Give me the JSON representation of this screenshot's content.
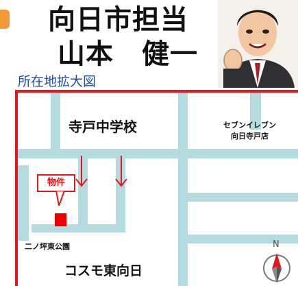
{
  "header": {
    "title_line1": "向日市担当",
    "title_line2": "山本　健一"
  },
  "section_label": "所在地拡大図",
  "map": {
    "school_label": "寺戸中学校",
    "store_label_line1": "セブンイレブン",
    "store_label_line2": "向日寺戸店",
    "property_tag": "物件",
    "park_label": "二ノ坪東公園",
    "area_label": "コスモ東向日",
    "north_label": "N"
  },
  "colors": {
    "frame": "#e3161c",
    "road": "#b3dbe0",
    "marker": "#ee0000",
    "label_blue": "#1f4fa6",
    "accent_orange": "#f39a36"
  }
}
